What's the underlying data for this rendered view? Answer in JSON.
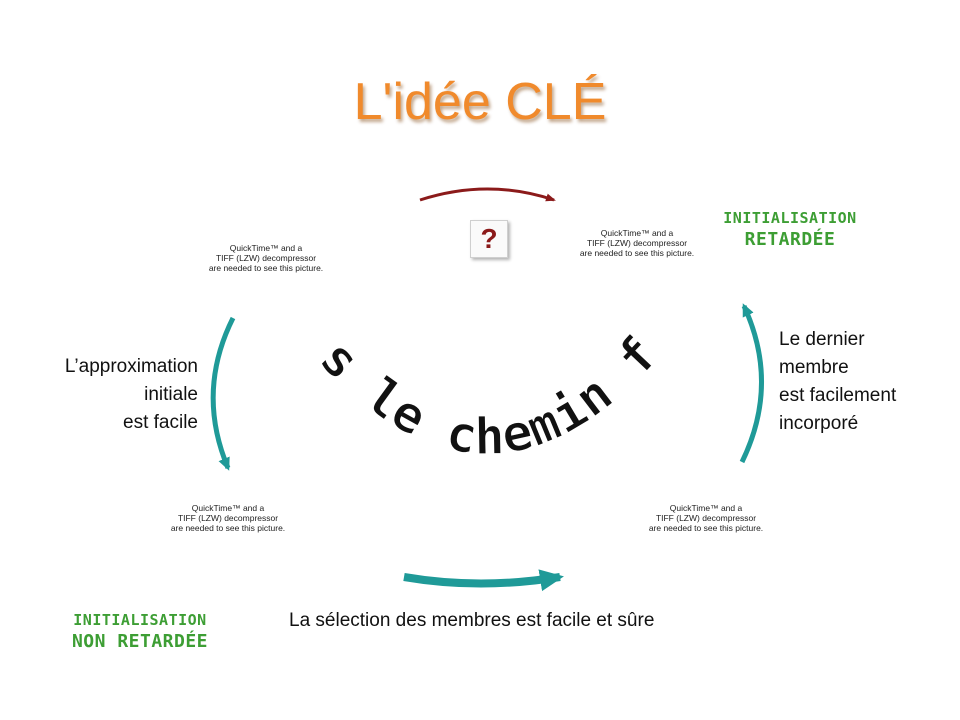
{
  "title": "L'idée CLÉ",
  "question_mark": "?",
  "quicktime_notice": {
    "line1": "QuickTime™ and a",
    "line2": "TIFF (LZW) decompressor",
    "line3": "are needed to see this picture."
  },
  "label_delayed": {
    "line1": "Initialisation",
    "line2": "retardée"
  },
  "label_not_delayed": {
    "line1": "Initialisation",
    "line2": "non retardée"
  },
  "note_left": {
    "line1": "L’approximation",
    "line2": "initiale",
    "line3": "est facile"
  },
  "note_right": {
    "line1": "Le dernier",
    "line2": "membre",
    "line3": "est facilement",
    "line4": "incorporé"
  },
  "note_bottom": "La sélection des membres est facile et sûre",
  "arc_text": "prends le chemin facile",
  "colors": {
    "title": "#f08a2c",
    "stamp_green": "#3d9e34",
    "arrow_teal": "#1f9a98",
    "arrow_dark_red": "#8b1a1a",
    "arc_text_fill": "#111111"
  }
}
